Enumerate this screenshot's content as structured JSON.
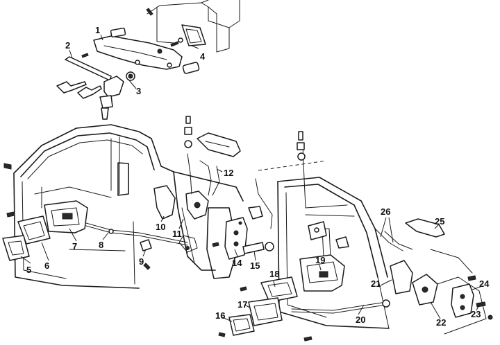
{
  "diagram": {
    "kind": "exploded-parts-view",
    "subject": "front and rear door handles and locks",
    "callouts": [
      {
        "id": "1",
        "label": "1"
      },
      {
        "id": "2",
        "label": "2"
      },
      {
        "id": "3",
        "label": "3"
      },
      {
        "id": "4",
        "label": "4"
      },
      {
        "id": "5",
        "label": "5"
      },
      {
        "id": "6",
        "label": "6"
      },
      {
        "id": "7",
        "label": "7"
      },
      {
        "id": "8",
        "label": "8"
      },
      {
        "id": "9",
        "label": "9"
      },
      {
        "id": "10",
        "label": "10"
      },
      {
        "id": "11",
        "label": "11"
      },
      {
        "id": "12",
        "label": "12"
      },
      {
        "id": "14",
        "label": "14"
      },
      {
        "id": "15",
        "label": "15"
      },
      {
        "id": "16",
        "label": "16"
      },
      {
        "id": "17",
        "label": "17"
      },
      {
        "id": "18",
        "label": "18"
      },
      {
        "id": "19",
        "label": "19"
      },
      {
        "id": "20",
        "label": "20"
      },
      {
        "id": "21",
        "label": "21"
      },
      {
        "id": "22",
        "label": "22"
      },
      {
        "id": "23",
        "label": "23"
      },
      {
        "id": "24",
        "label": "24"
      },
      {
        "id": "25",
        "label": "25"
      },
      {
        "id": "26",
        "label": "26"
      }
    ]
  }
}
